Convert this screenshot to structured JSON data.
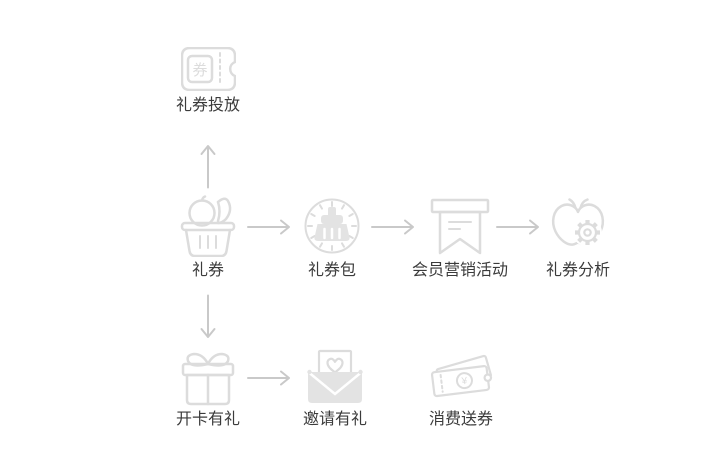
{
  "nodes": [
    {
      "id": "coupon-distribution",
      "label": "礼券投放",
      "icon": "coupon-ticket-icon"
    },
    {
      "id": "coupon",
      "label": "礼券",
      "icon": "fruit-basket-icon"
    },
    {
      "id": "coupon-package",
      "label": "礼券包",
      "icon": "gauge-brush-icon"
    },
    {
      "id": "member-marketing-activity",
      "label": "会员营销活动",
      "icon": "banner-ribbon-icon"
    },
    {
      "id": "coupon-analysis",
      "label": "礼券分析",
      "icon": "apple-gear-icon"
    },
    {
      "id": "card-opening-gift",
      "label": "开卡有礼",
      "icon": "gift-box-icon"
    },
    {
      "id": "invitation-gift",
      "label": "邀请有礼",
      "icon": "envelope-heart-icon"
    },
    {
      "id": "purchase-coupon",
      "label": "消费送券",
      "icon": "money-tickets-icon"
    }
  ],
  "glyphs": {
    "ticket_char": "券",
    "yuan_char": "¥"
  },
  "arrows": [
    {
      "id": "up-from-coupon-to-distribution",
      "direction": "up"
    },
    {
      "id": "coupon-to-package",
      "direction": "right"
    },
    {
      "id": "package-to-marketing",
      "direction": "right"
    },
    {
      "id": "marketing-to-analysis",
      "direction": "right"
    },
    {
      "id": "down-from-coupon-to-card-gift",
      "direction": "down"
    },
    {
      "id": "card-gift-to-invitation",
      "direction": "right"
    }
  ],
  "colors": {
    "icon_stroke": "#dcdcdc",
    "icon_fill": "#e3e3e3",
    "arrow": "#c9c9c9",
    "label": "#3b3b3b",
    "background": "#ffffff"
  }
}
